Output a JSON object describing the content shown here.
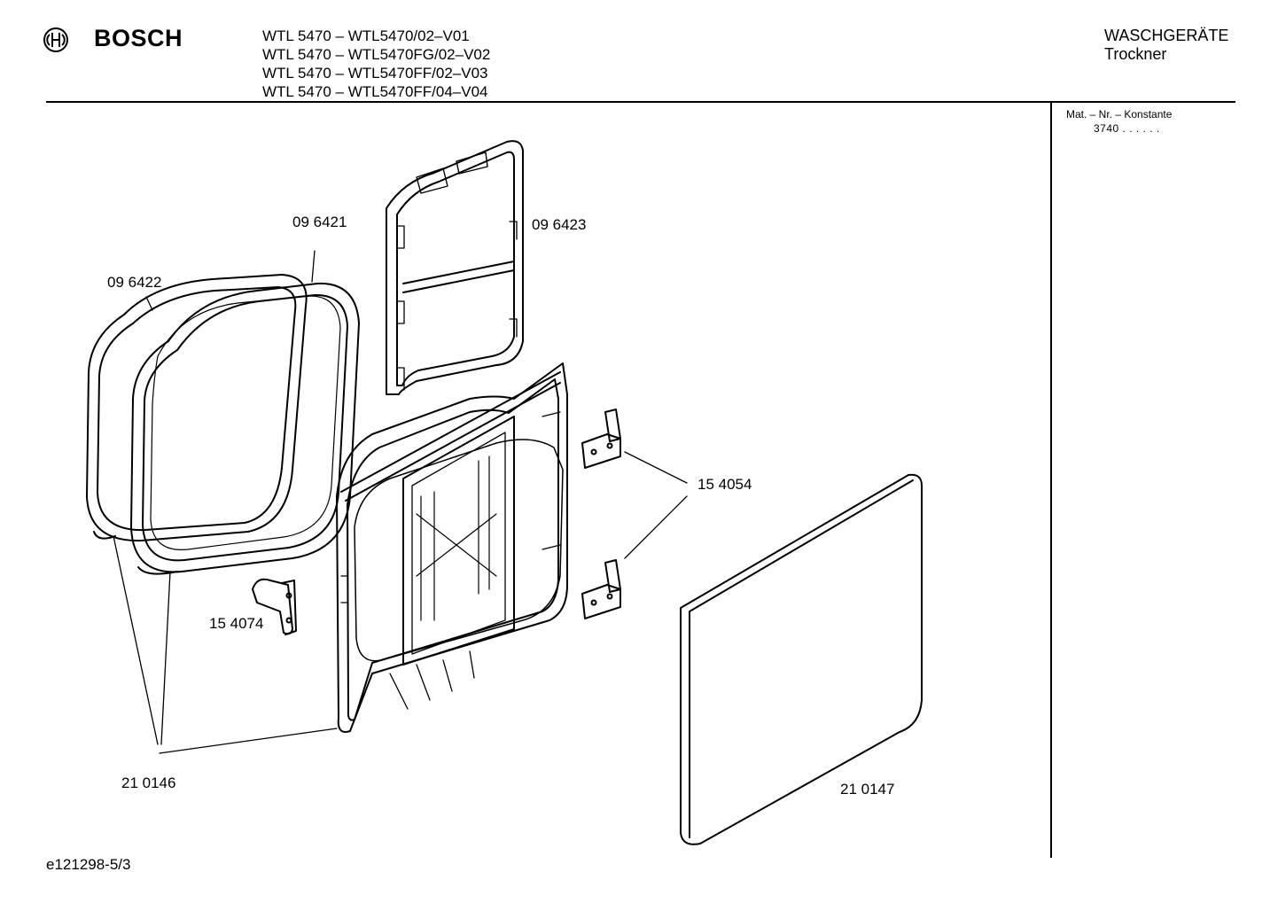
{
  "header": {
    "brand": "BOSCH",
    "models": [
      "WTL 5470 – WTL5470/02–V01",
      "WTL 5470 – WTL5470FG/02–V02",
      "WTL 5470 – WTL5470FF/02–V03",
      "WTL 5470 – WTL5470FF/04–V04"
    ],
    "category_line1": "WASCHGERÄTE",
    "category_line2": "Trockner"
  },
  "sidebar": {
    "mat_label": "Mat. – Nr. – Konstante",
    "mat_value": "3740  .  .     .  .  .  ."
  },
  "parts": {
    "p096421": "09 6421",
    "p096422": "09 6422",
    "p096423": "09 6423",
    "p154054": "15 4054",
    "p154074": "15 4074",
    "p210146": "21 0146",
    "p210147": "21 0147"
  },
  "footer": {
    "doc_code": "e121298-5/3"
  },
  "icons": {
    "brand_logo": "bosch-armature-logo-icon"
  }
}
